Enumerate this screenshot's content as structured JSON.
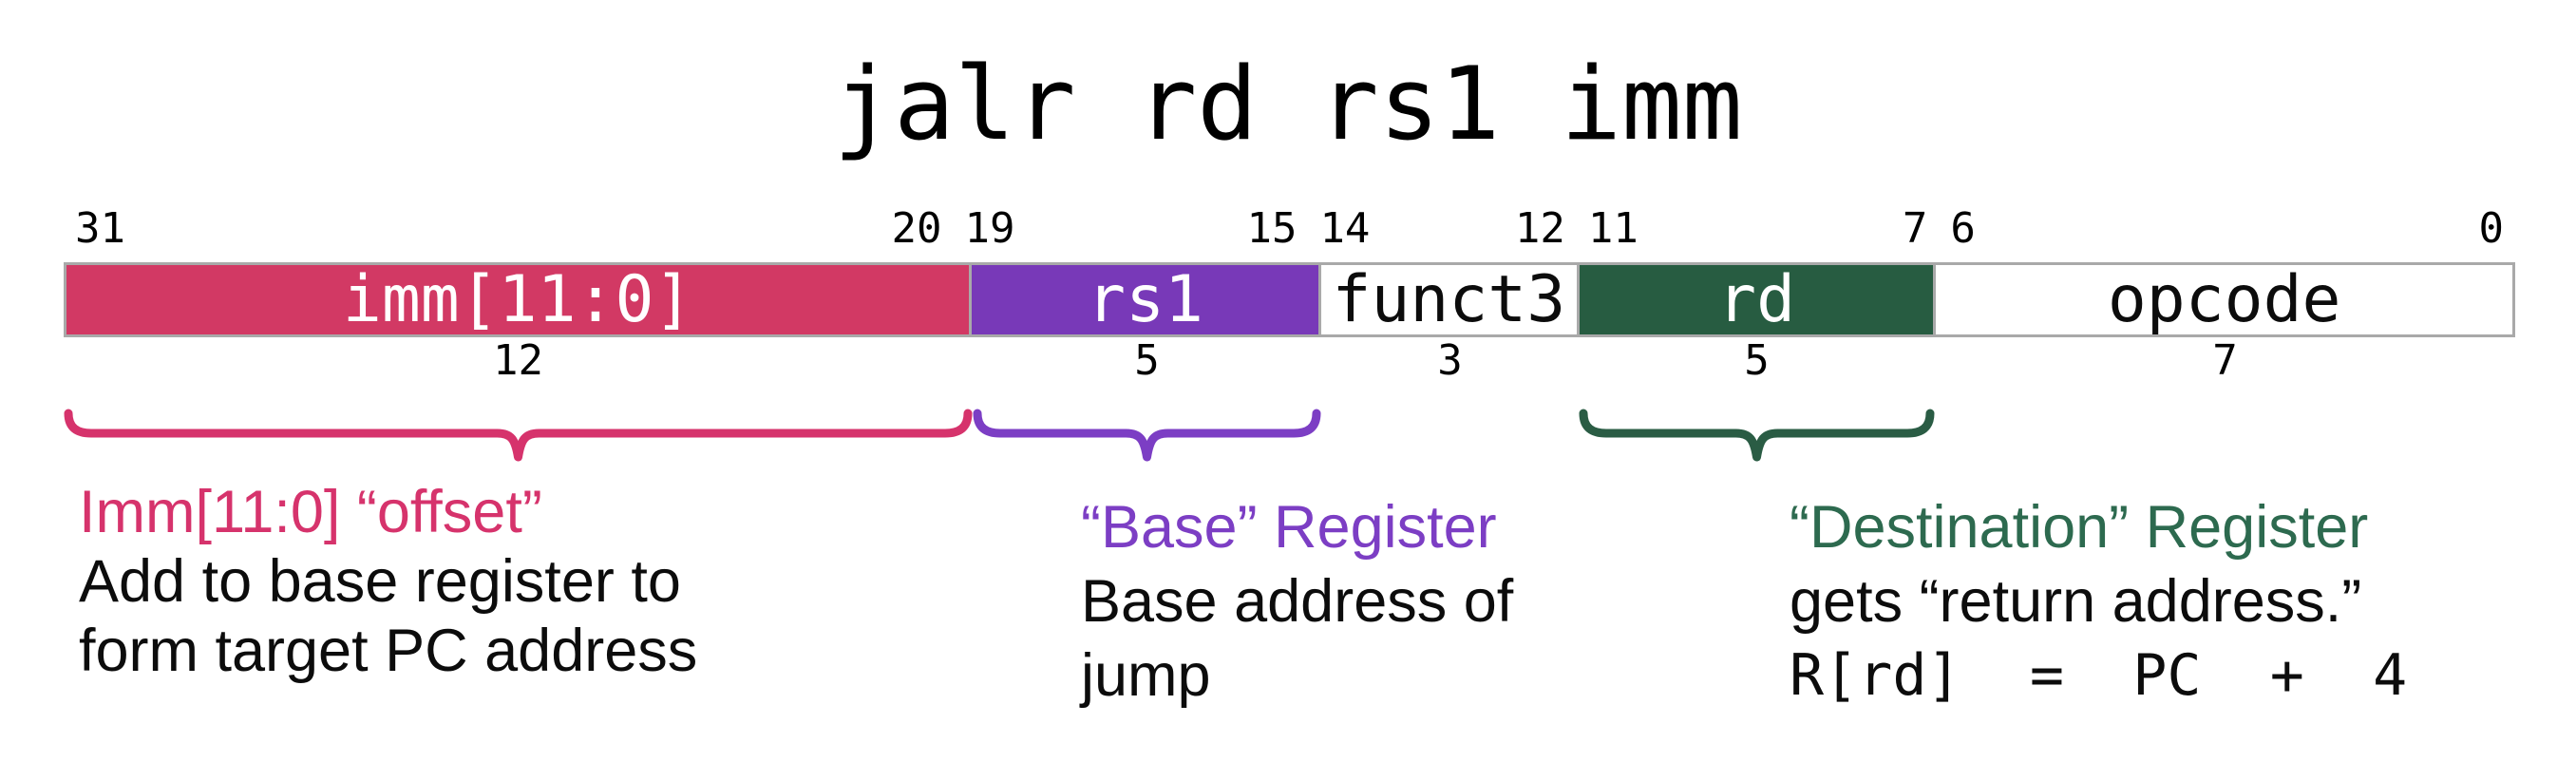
{
  "title": "jalr rd rs1 imm",
  "colors": {
    "field_border": "#a9a9a9",
    "imm_accent": "#d6336c",
    "rs1_accent": "#7c3ec4",
    "rd_accent": "#2d6a4f",
    "body_text": "#0c0c0c"
  },
  "fields": [
    {
      "label": "imm[11:0]",
      "hi": 31,
      "lo": 20,
      "width_bits": 12,
      "fill": "#d23964",
      "text": "#ffffff"
    },
    {
      "label": "rs1",
      "hi": 19,
      "lo": 15,
      "width_bits": 5,
      "fill": "#7839b8",
      "text": "#ffffff"
    },
    {
      "label": "funct3",
      "hi": 14,
      "lo": 12,
      "width_bits": 3,
      "fill": "#ffffff",
      "text": "#0c0c0c"
    },
    {
      "label": "rd",
      "hi": 11,
      "lo": 7,
      "width_bits": 5,
      "fill": "#275c41",
      "text": "#ffffff"
    },
    {
      "label": "opcode",
      "hi": 6,
      "lo": 0,
      "width_bits": 7,
      "fill": "#ffffff",
      "text": "#0c0c0c"
    }
  ],
  "braces": [
    {
      "field": "imm",
      "color": "#d6336c"
    },
    {
      "field": "rs1",
      "color": "#7c3ec4"
    },
    {
      "field": "rd",
      "color": "#2a5c44"
    }
  ],
  "annotations": [
    {
      "heading": "Imm[11:0] “offset”",
      "heading_color": "#d6336c",
      "lines": [
        "Add to base register to",
        "form target PC address"
      ]
    },
    {
      "heading": "“Base” Register",
      "heading_color": "#7c3ec4",
      "lines": [
        "Base address of",
        "jump"
      ]
    },
    {
      "heading": "“Destination” Register",
      "heading_color": "#2d6a4f",
      "lines": [
        "gets “return address.”"
      ],
      "code_line": "R[rd]  =  PC  +  4"
    }
  ]
}
